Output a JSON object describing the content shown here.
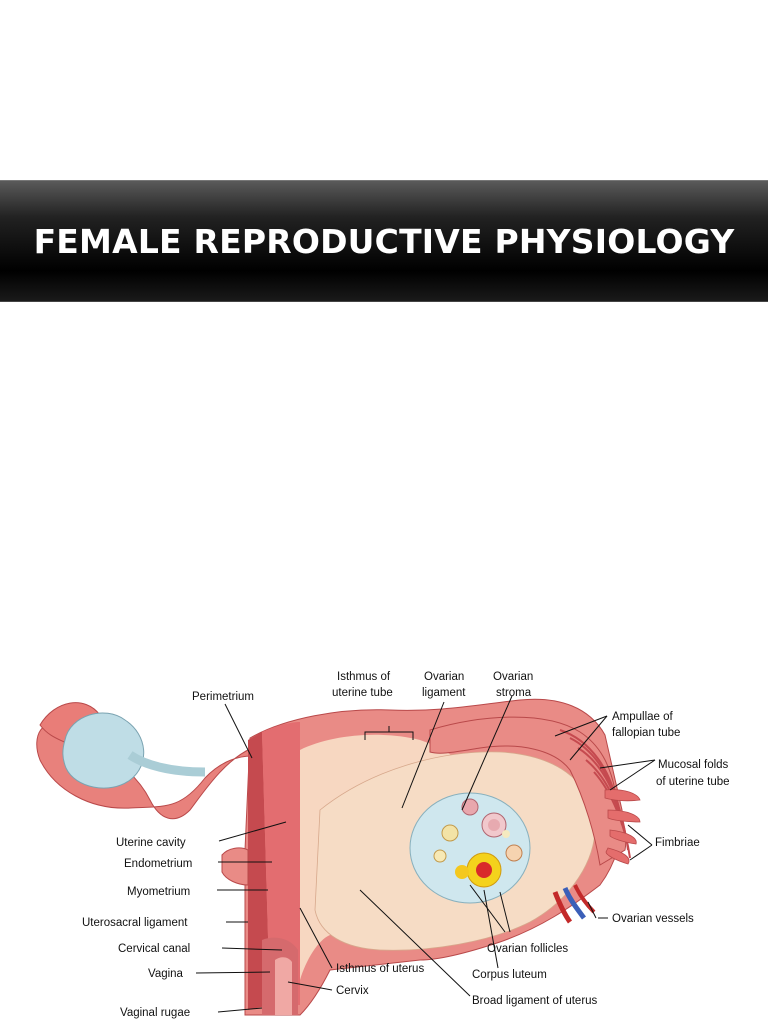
{
  "slide": {
    "title": "FEMALE REPRODUCTIVE PHYSIOLOGY"
  },
  "diagram": {
    "labels": {
      "perimetrium": "Perimetrium",
      "isthmus_tube_1": "Isthmus of",
      "isthmus_tube_2": "uterine tube",
      "ovarian_ligament_1": "Ovarian",
      "ovarian_ligament_2": "ligament",
      "ovarian_stroma_1": "Ovarian",
      "ovarian_stroma_2": "stroma",
      "ampullae_1": "Ampullae of",
      "ampullae_2": "fallopian tube",
      "mucosal_1": "Mucosal folds",
      "mucosal_2": "of uterine tube",
      "fimbriae": "Fimbriae",
      "ovarian_vessels": "Ovarian vessels",
      "ovarian_follicles": "Ovarian follicles",
      "corpus_luteum": "Corpus luteum",
      "broad_ligament": "Broad ligament of uterus",
      "isthmus_uterus": "Isthmus of uterus",
      "cervix": "Cervix",
      "uterine_cavity": "Uterine cavity",
      "endometrium": "Endometrium",
      "myometrium": "Myometrium",
      "uterosacral": "Uterosacral ligament",
      "cervical_canal": "Cervical canal",
      "vagina": "Vagina",
      "vaginal_rugae": "Vaginal rugae"
    }
  }
}
